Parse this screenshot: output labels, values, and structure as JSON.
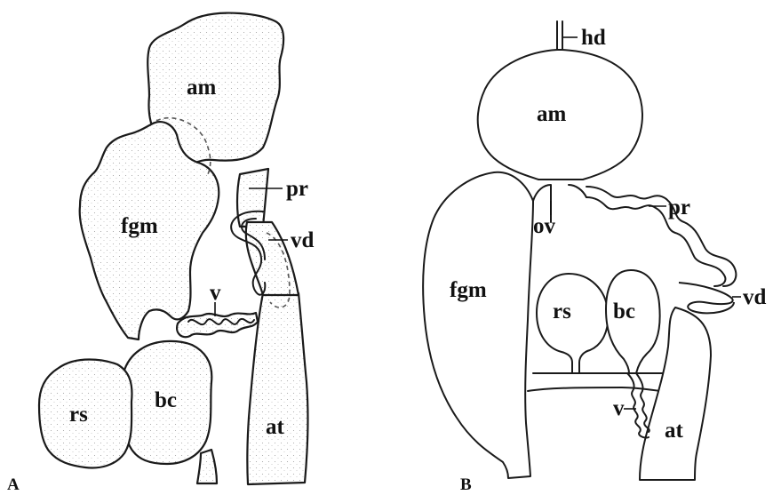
{
  "panels": {
    "a": {
      "panel_label": "A",
      "labels": {
        "am": "am",
        "fgm": "fgm",
        "pr": "pr",
        "vd": "vd",
        "v": "v",
        "rs": "rs",
        "bc": "bc",
        "at": "at"
      }
    },
    "b": {
      "panel_label": "B",
      "labels": {
        "hd": "hd",
        "am": "am",
        "ov": "ov",
        "pr": "pr",
        "fgm": "fgm",
        "rs": "rs",
        "bc": "bc",
        "vd": "vd",
        "v": "v",
        "at": "at"
      }
    }
  },
  "colors": {
    "ink": "#1a1a1a",
    "paper": "#ffffff"
  }
}
